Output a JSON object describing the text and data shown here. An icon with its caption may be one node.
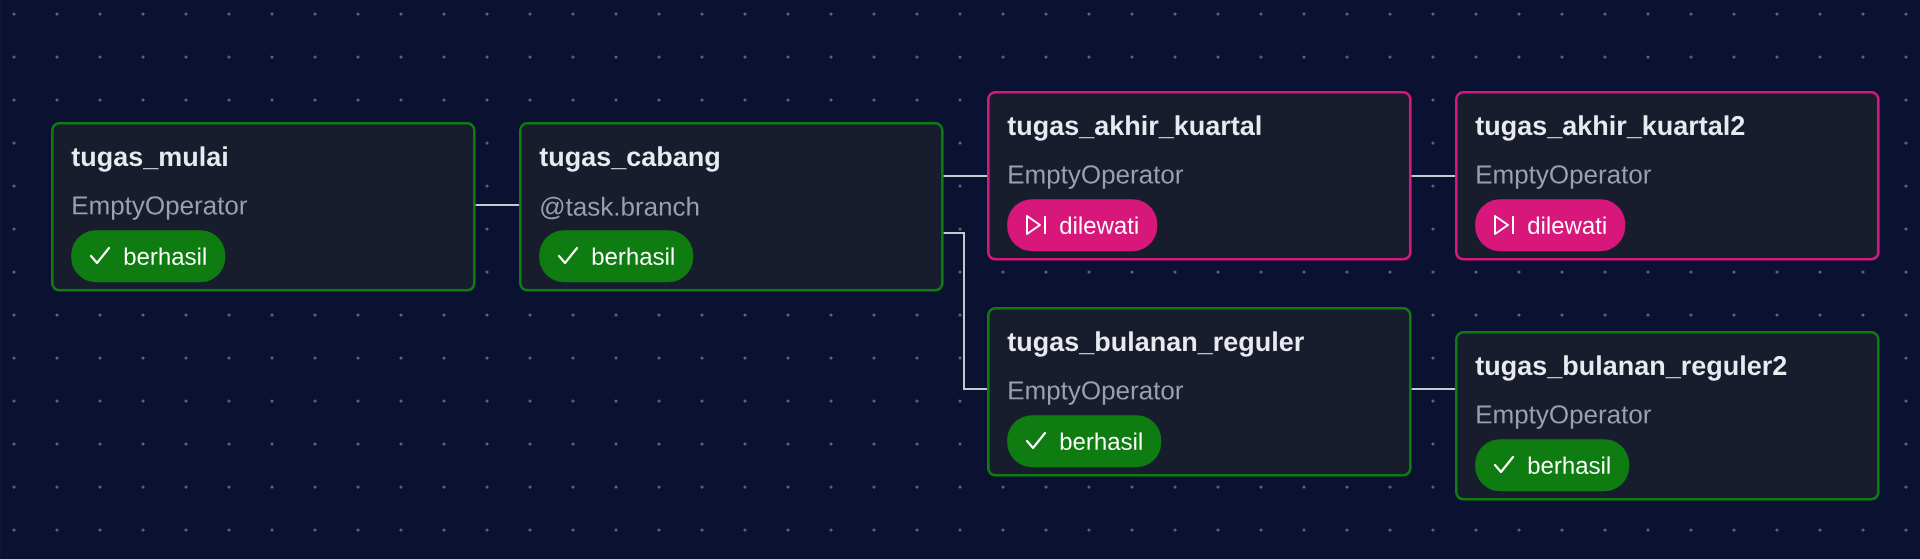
{
  "diagram": {
    "nodes": [
      {
        "text": [
          "tugas_mulai",
          "EmptyOperator"
        ]
      },
      {
        "text": [
          "berhasil"
        ],
        "in": 0
      },
      {
        "text": [
          "tugas_cabang",
          "@task.branch"
        ]
      },
      {
        "text": [
          "berhasil"
        ],
        "in": 2
      },
      {
        "text": [
          "tugas_akhir_kuartal",
          "EmptyOperator"
        ]
      },
      {
        "text": [
          "dilewati"
        ],
        "in": 4
      },
      {
        "text": [
          "tugas_akhir_kuartal2",
          "EmptyOperator"
        ]
      },
      {
        "text": [
          "dilewati"
        ],
        "in": 6
      },
      {
        "text": [
          "tugas_bulanan_reguler",
          "EmptyOperator"
        ]
      },
      {
        "text": [
          "berhasil"
        ],
        "in": 8
      },
      {
        "text": [
          "tugas_bulanan_reguler2",
          "EmptyOperator"
        ]
      },
      {
        "text": [
          "berhasil"
        ],
        "in": 10
      }
    ],
    "edges": [
      {
        "from": 0,
        "to": 2,
        "arrow": "none"
      },
      {
        "from": 2,
        "to": 4,
        "arrow": "none"
      },
      {
        "from": 2,
        "to": 8,
        "arrow": "none"
      },
      {
        "from": 4,
        "to": 6,
        "arrow": "none"
      },
      {
        "from": 8,
        "to": 10,
        "arrow": "none"
      }
    ]
  }
}
